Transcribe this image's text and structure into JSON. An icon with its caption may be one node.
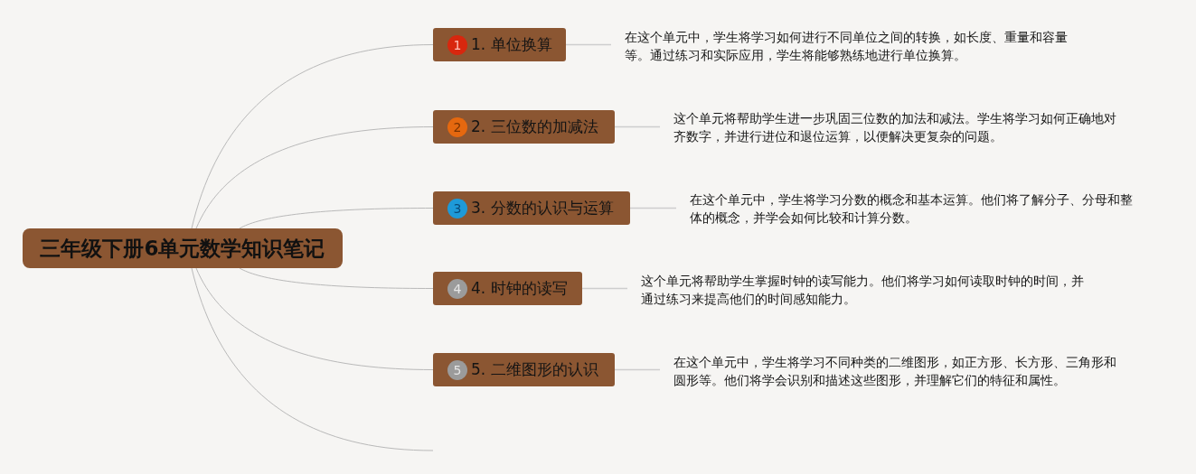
{
  "diagram": {
    "nodes": [
      {
        "text": [
          "三年级下册6单元数学知识笔记"
        ]
      },
      {
        "text": [
          "1",
          "1. 单位换算"
        ]
      },
      {
        "text": [
          "在这个单元中，学生将学习如何进行不同单位之间的转换，如长度、重量和容量等。通过练习和实际应用，学生将能够熟练地进行单位换算。"
        ]
      },
      {
        "text": [
          "2",
          "2. 三位数的加减法"
        ]
      },
      {
        "text": [
          "这个单元将帮助学生进一步巩固三位数的加法和减法。学生将学习如何正确地对齐数字，并进行进位和退位运算，以便解决更复杂的问题。"
        ]
      },
      {
        "text": [
          "3",
          "3. 分数的认识与运算"
        ]
      },
      {
        "text": [
          "在这个单元中，学生将学习分数的概念和基本运算。他们将了解分子、分母和整体的概念，并学会如何比较和计算分数。"
        ]
      },
      {
        "text": [
          "4",
          "4. 时钟的读写"
        ]
      },
      {
        "text": [
          "这个单元将帮助学生掌握时钟的读写能力。他们将学习如何读取时钟的时间，并通过练习来提高他们的时间感知能力。"
        ]
      },
      {
        "text": [
          "5",
          "5. 二维图形的认识"
        ]
      },
      {
        "text": [
          "在这个单元中，学生将学习不同种类的二维图形，如正方形、长方形、三角形和圆形等。他们将学会识别和描述这些图形，并理解它们的特征和属性。"
        ]
      }
    ],
    "edges": [
      {
        "from": 0,
        "to": 1,
        "arrow": "none"
      },
      {
        "from": 0,
        "to": 3,
        "arrow": "none"
      },
      {
        "from": 0,
        "to": 5,
        "arrow": "none"
      },
      {
        "from": 0,
        "to": 7,
        "arrow": "none"
      },
      {
        "from": 0,
        "to": 9,
        "arrow": "none"
      },
      {
        "from": 0,
        "to": null,
        "arrow": "none"
      },
      {
        "from": 1,
        "to": 2,
        "arrow": "none"
      },
      {
        "from": 3,
        "to": 4,
        "arrow": "none"
      },
      {
        "from": 5,
        "to": 6,
        "arrow": "none"
      },
      {
        "from": 7,
        "to": 8,
        "arrow": "none"
      },
      {
        "from": 9,
        "to": 10,
        "arrow": "none"
      }
    ]
  }
}
